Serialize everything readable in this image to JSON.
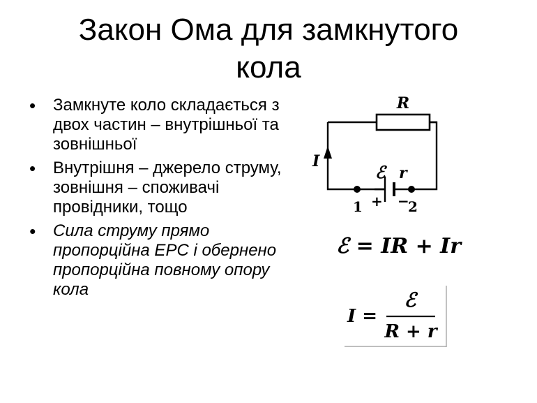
{
  "slide": {
    "title_line1": "Закон Ома для замкнутого",
    "title_line2": "кола",
    "bullets": [
      {
        "text": "Замкнуте коло складається з двох частин – внутрішньої та зовнішньої",
        "italic": false
      },
      {
        "text": "Внутрішня – джерело струму, зовнішня – споживачі провідники, тощо",
        "italic": false
      },
      {
        "text": "Сила струму прямо пропорційна ЕРС і обернено пропорційна повному опору кола",
        "italic": true
      }
    ]
  },
  "circuit": {
    "resistor_label": "R",
    "current_label": "I",
    "emf_label": "ℰ",
    "internal_resistance_label": "r",
    "terminal_1": "1",
    "terminal_2": "2",
    "plus_sign": "+",
    "minus_sign": "−"
  },
  "formulas": {
    "eq1": "ℰ = IR + Ir",
    "eq2_lhs": "I =",
    "eq2_numerator": "ℰ",
    "eq2_denominator": "R + r"
  }
}
